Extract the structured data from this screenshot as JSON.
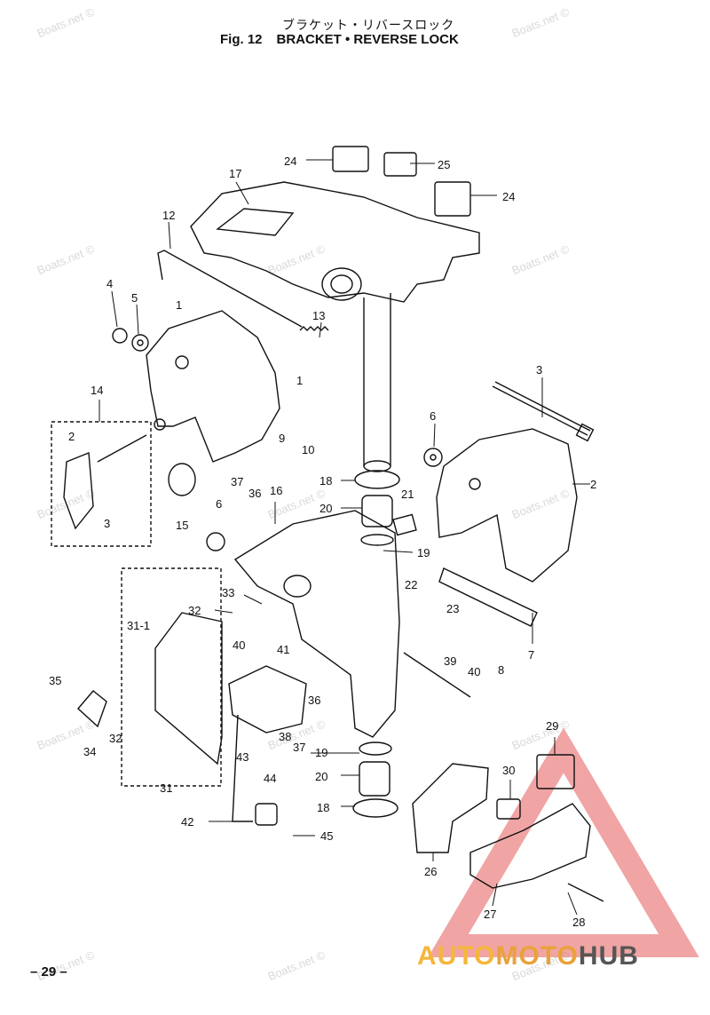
{
  "header": {
    "title_jp": "ブラケット・リバースロック",
    "fig_label": "Fig. 12",
    "title_en": "BRACKET • REVERSE LOCK"
  },
  "footer": {
    "page_number": "– 29 –"
  },
  "watermark": "Boats.net ©",
  "brand": {
    "part1": "AUTO",
    "part2": "MOTO",
    "part3": "HUB"
  },
  "callouts": [
    {
      "num": "24"
    },
    {
      "num": "25"
    },
    {
      "num": "24"
    },
    {
      "num": "17"
    },
    {
      "num": "12"
    },
    {
      "num": "4"
    },
    {
      "num": "5"
    },
    {
      "num": "1"
    },
    {
      "num": "13"
    },
    {
      "num": "1"
    },
    {
      "num": "9"
    },
    {
      "num": "10"
    },
    {
      "num": "3"
    },
    {
      "num": "14"
    },
    {
      "num": "2"
    },
    {
      "num": "3"
    },
    {
      "num": "6"
    },
    {
      "num": "2"
    },
    {
      "num": "15"
    },
    {
      "num": "37"
    },
    {
      "num": "36"
    },
    {
      "num": "16"
    },
    {
      "num": "18"
    },
    {
      "num": "21"
    },
    {
      "num": "20"
    },
    {
      "num": "6"
    },
    {
      "num": "19"
    },
    {
      "num": "33"
    },
    {
      "num": "22"
    },
    {
      "num": "32"
    },
    {
      "num": "31-1"
    },
    {
      "num": "23"
    },
    {
      "num": "40"
    },
    {
      "num": "8"
    },
    {
      "num": "7"
    },
    {
      "num": "41"
    },
    {
      "num": "39"
    },
    {
      "num": "40"
    },
    {
      "num": "35"
    },
    {
      "num": "36"
    },
    {
      "num": "32"
    },
    {
      "num": "34"
    },
    {
      "num": "38"
    },
    {
      "num": "37"
    },
    {
      "num": "19"
    },
    {
      "num": "29"
    },
    {
      "num": "43"
    },
    {
      "num": "30"
    },
    {
      "num": "20"
    },
    {
      "num": "31"
    },
    {
      "num": "44"
    },
    {
      "num": "18"
    },
    {
      "num": "42"
    },
    {
      "num": "45"
    },
    {
      "num": "26"
    },
    {
      "num": "27"
    },
    {
      "num": "28"
    }
  ]
}
